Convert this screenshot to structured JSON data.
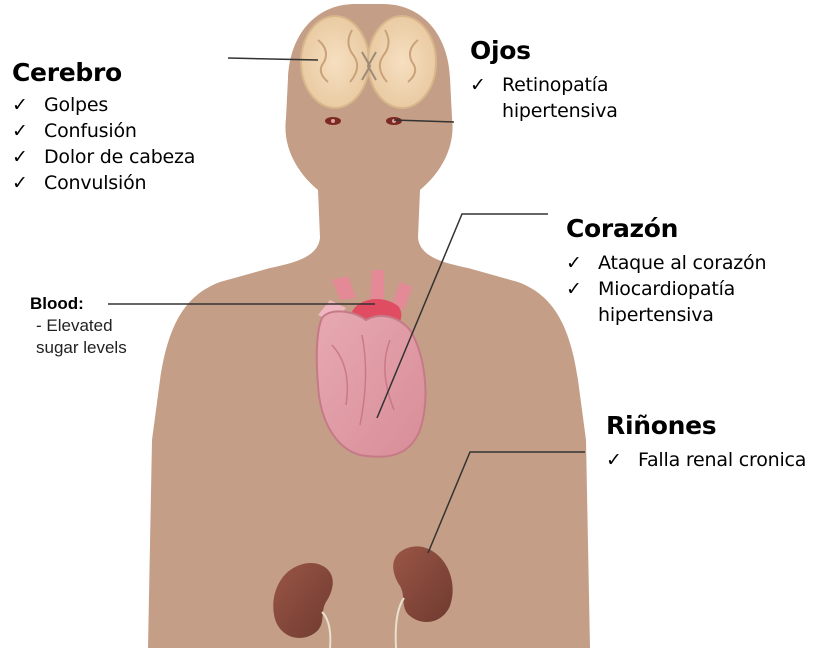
{
  "colors": {
    "skin": "#c49e86",
    "leader_line": "#333333",
    "heart": "#d98c9a",
    "kidney": "#8b4a3c"
  },
  "check_mark": "✓",
  "sections": {
    "brain": {
      "title": "Cerebro",
      "items": [
        "Golpes",
        "Confusión",
        "Dolor de cabeza",
        "Convulsión"
      ]
    },
    "eyes": {
      "title": "Ojos",
      "items": [
        "Retinopatía hipertensiva"
      ]
    },
    "heart": {
      "title": "Corazón",
      "items": [
        "Ataque al corazón",
        "Miocardiopatía hipertensiva"
      ]
    },
    "kidneys": {
      "title": "Riñones",
      "items": [
        "Falla renal cronica"
      ]
    },
    "blood": {
      "title": "Blood:",
      "lines": [
        "- Elevated",
        "sugar levels"
      ]
    }
  }
}
